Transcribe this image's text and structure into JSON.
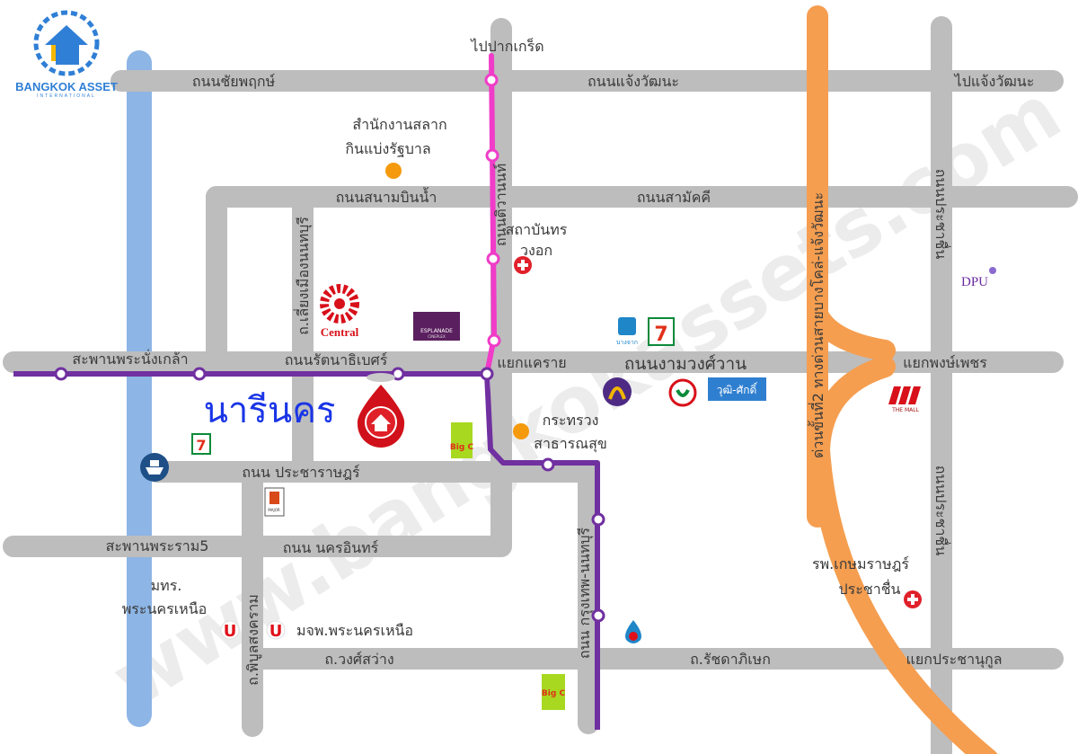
{
  "logo": {
    "name": "BANGKOK ASSET",
    "sub": "INTERNATIONAL"
  },
  "watermark": "www.bangkokassets.com",
  "colors": {
    "road": "#bdbdbd",
    "river": "#8db5e5",
    "expressway": "#f59e50",
    "pink_line": "#f03cc8",
    "purple_line": "#7030a0",
    "project": "#1a35e6"
  },
  "project": {
    "name": "นารีนคร",
    "icon": "home-pin-icon"
  },
  "roads": {
    "chaiyaphruek": "ถนนชัยพฤกษ์",
    "chaengwattana": "ถนนแจ้งวัฒนะ",
    "to_chaengwattana": "ไปแจ้งวัฒนะ",
    "to_pakkret": "ไปปากเกร็ด",
    "sanambinnam": "ถนนสนามบินน้ำ",
    "samakkhi": "ถนนสามัคคี",
    "tiwanon": "ถนนติวานนท์",
    "liang_muang": "ถ.เลี่ยงเมืองนนทบุรี",
    "expressway": "ด่วนขั้นที่2 ทางด่วนสายบางโคล่-แจ้งวัฒนะ",
    "prachachuen": "ถนนประชาชื่น",
    "prachachuen_2": "ถนนประชาชื่น",
    "phra_nang_klao_bridge": "สะพานพระนั่งเกล้า",
    "rattanathibet": "ถนนรัตนาธิเบศร์",
    "khae_rai": "แยกแคราย",
    "ngamwongwan": "ถนนงามวงศ์วาน",
    "phong_phet": "แยกพงษ์เพชร",
    "pracharat": "ถนน ประชาราษฎร์",
    "rama5_bridge": "สะพานพระราม5",
    "nakhon_in": "ถนน นครอินทร์",
    "krungthep_nonthaburi": "ถนน กรุงเทพ-นนทบุรี",
    "phibun_songkhram": "ถ.พิบูลสงคราม",
    "wongsawang": "ถ.วงศ์สว่าง",
    "ratchadaphisek": "ถ.รัชดาภิเษก",
    "prachanukul": "แยกประชานุกูล"
  },
  "places": {
    "lottery_1": "สำนักงานสลาก",
    "lottery_2": "กินแบ่งรัฐบาล",
    "chest_inst_1": "สถาบันทร",
    "chest_inst_2": "วงอก",
    "moph_1": "กระทรวง",
    "moph_2": "สาธารณสุข",
    "rmutp_1": "มทร.",
    "rmutp_2": "พระนครเหนือ",
    "kmutnb": "มจพ.พระนครเหนือ",
    "kasemrad_1": "รพ.เกษมราษฎร์",
    "kasemrad_2": "ประชาชื่น"
  },
  "brands": {
    "central": "Central",
    "esplanade": "ESPLANADE",
    "esplanade_sub": "CINEPLEX",
    "bangchak": "บางจาก",
    "seven_eleven": "7",
    "dpu": "DPU",
    "wuttisak": "วุฒิ-ศักดิ์",
    "the_mall": "THE MALL",
    "big_c": "Big C",
    "major": "MAJOR"
  }
}
